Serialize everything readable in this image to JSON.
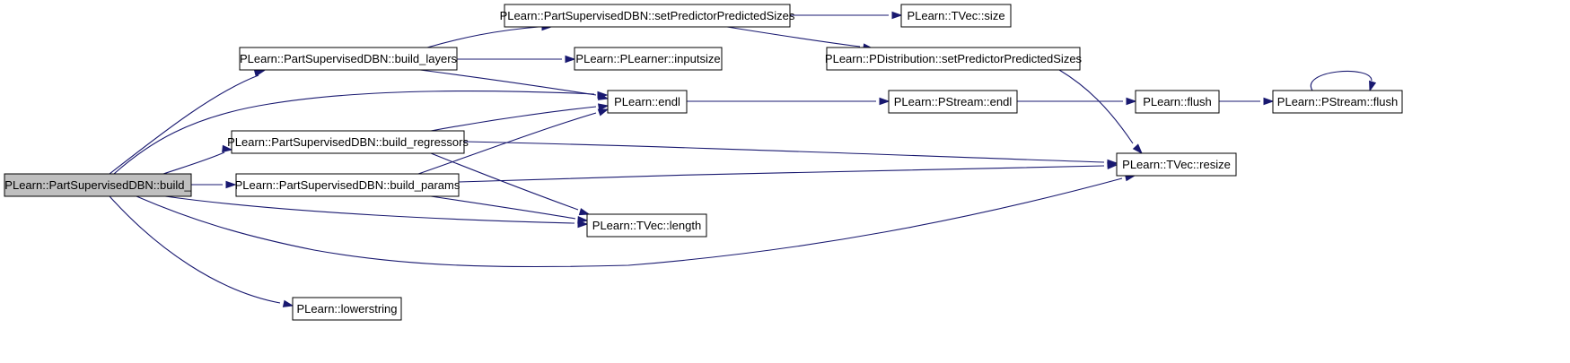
{
  "nodes": [
    {
      "id": "build_",
      "label": "PLearn::PartSupervisedDBN::build_",
      "root": true
    },
    {
      "id": "build_layers",
      "label": "PLearn::PartSupervisedDBN::build_layers"
    },
    {
      "id": "build_regressors",
      "label": "PLearn::PartSupervisedDBN::build_regressors"
    },
    {
      "id": "build_params",
      "label": "PLearn::PartSupervisedDBN::build_params"
    },
    {
      "id": "lowerstring",
      "label": "PLearn::lowerstring"
    },
    {
      "id": "setPredictorPredictedSizes",
      "label": "PLearn::PartSupervisedDBN::setPredictorPredictedSizes"
    },
    {
      "id": "inputsize",
      "label": "PLearn::PLearner::inputsize"
    },
    {
      "id": "endl",
      "label": "PLearn::endl"
    },
    {
      "id": "length",
      "label": "PLearn::TVec::length"
    },
    {
      "id": "size",
      "label": "PLearn::TVec::size"
    },
    {
      "id": "pdist_setPredictorPredictedSizes",
      "label": "PLearn::PDistribution::setPredictorPredictedSizes"
    },
    {
      "id": "pstream_endl",
      "label": "PLearn::PStream::endl"
    },
    {
      "id": "flush",
      "label": "PLearn::flush"
    },
    {
      "id": "resize",
      "label": "PLearn::TVec::resize"
    },
    {
      "id": "pstream_flush",
      "label": "PLearn::PStream::flush"
    }
  ],
  "edges": [
    {
      "from": "build_",
      "to": "build_layers"
    },
    {
      "from": "build_",
      "to": "endl"
    },
    {
      "from": "build_",
      "to": "build_regressors"
    },
    {
      "from": "build_",
      "to": "build_params"
    },
    {
      "from": "build_",
      "to": "length"
    },
    {
      "from": "build_",
      "to": "resize"
    },
    {
      "from": "build_",
      "to": "lowerstring"
    },
    {
      "from": "build_layers",
      "to": "setPredictorPredictedSizes"
    },
    {
      "from": "build_layers",
      "to": "inputsize"
    },
    {
      "from": "build_layers",
      "to": "endl"
    },
    {
      "from": "build_regressors",
      "to": "endl"
    },
    {
      "from": "build_regressors",
      "to": "resize"
    },
    {
      "from": "build_regressors",
      "to": "length"
    },
    {
      "from": "build_params",
      "to": "endl"
    },
    {
      "from": "build_params",
      "to": "resize"
    },
    {
      "from": "build_params",
      "to": "length"
    },
    {
      "from": "setPredictorPredictedSizes",
      "to": "size"
    },
    {
      "from": "setPredictorPredictedSizes",
      "to": "pdist_setPredictorPredictedSizes"
    },
    {
      "from": "pdist_setPredictorPredictedSizes",
      "to": "resize"
    },
    {
      "from": "endl",
      "to": "pstream_endl"
    },
    {
      "from": "pstream_endl",
      "to": "flush"
    },
    {
      "from": "flush",
      "to": "pstream_flush"
    },
    {
      "from": "pstream_flush",
      "to": "pstream_flush"
    }
  ]
}
